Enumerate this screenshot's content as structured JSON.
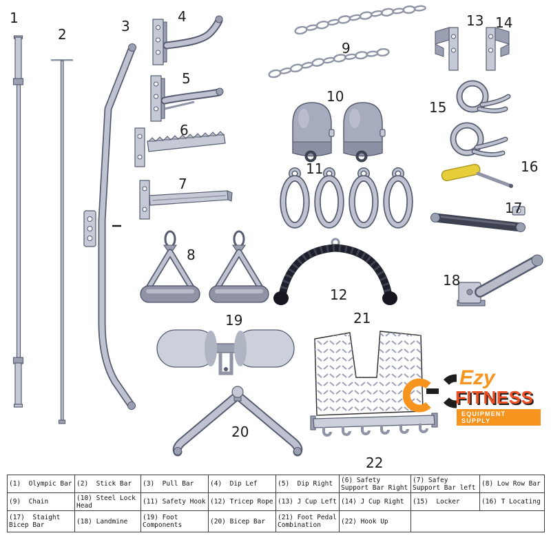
{
  "diagram": {
    "labels": [
      "1",
      "2",
      "3",
      "4",
      "5",
      "6",
      "7",
      "8",
      "9",
      "10",
      "11",
      "12",
      "13",
      "14",
      "15",
      "16",
      "17",
      "18",
      "19",
      "20",
      "21",
      "22"
    ]
  },
  "logo": {
    "brand": "Ezy",
    "name": "FITNESS",
    "tagline": "EQUIPMENT SUPPLY"
  },
  "table": {
    "rows": [
      [
        "(1)  Olympic Bar",
        "(2)  Stick Bar",
        "(3)  Pull Bar",
        "(4)  Dip Lef",
        "(5)  Dip Right",
        "(6) Safety Support Bar Right",
        "(7) Safey Support Bar left",
        "(8) Low Row Bar"
      ],
      [
        "(9)  Chain",
        "(10) Steel Lock Head",
        "(11) Safety Hook",
        "(12) Tricep Rope",
        "(13) J Cup Left",
        "(14) J Cup Right",
        "(15)  Locker",
        "(16) T Locating"
      ],
      [
        "(17)  Staight Bicep Bar",
        "(18) Landmine",
        "(19) Foot Components",
        "(20) Bicep Bar",
        "(21) Foot Pedal Combination",
        "(22) Hook Up"
      ]
    ]
  }
}
